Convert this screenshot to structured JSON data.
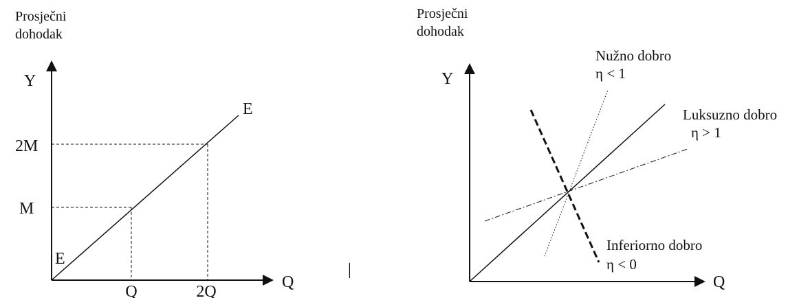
{
  "left_diagram": {
    "heading_line1": "Prosječni",
    "heading_line2": "dohodak",
    "y_axis_label": "Y",
    "x_axis_label": "Q",
    "tick_2M": "2M",
    "tick_M": "M",
    "tick_Q": "Q",
    "tick_2Q": "2Q",
    "line_label_top": "E",
    "line_label_bottom": "E"
  },
  "separator": "|",
  "right_diagram": {
    "heading_line1": "Prosječni",
    "heading_line2": "dohodak",
    "y_axis_label": "Y",
    "x_axis_label": "Q",
    "necessity_label": "Nužno dobro",
    "necessity_eta": "η < 1",
    "luxury_label": "Luksuzno dobro",
    "luxury_eta": "η > 1",
    "inferior_label": "Inferiorno dobro",
    "inferior_eta": "η < 0"
  }
}
